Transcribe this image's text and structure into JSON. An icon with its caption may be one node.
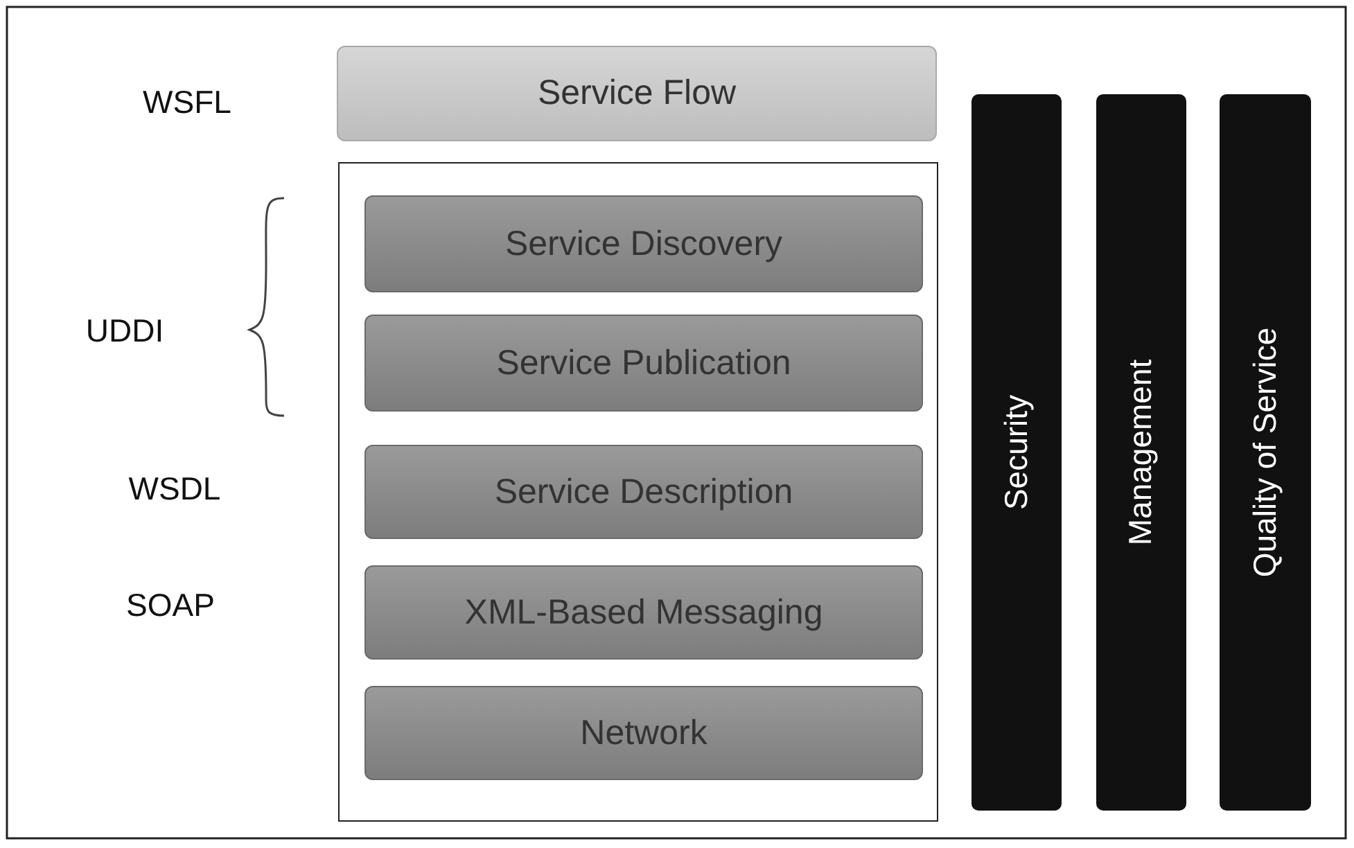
{
  "diagram": {
    "nodes": [
      {
        "text": [
          "Service Flow"
        ]
      },
      {
        "text": [],
        "shape": "box"
      },
      {
        "text": [
          "Service Discovery"
        ],
        "in": 1
      },
      {
        "text": [
          "Service Publication"
        ],
        "in": 1
      },
      {
        "text": [
          "Service Description"
        ],
        "in": 1
      },
      {
        "text": [
          "XML-Based Messaging"
        ],
        "in": 1
      },
      {
        "text": [
          "Network"
        ],
        "in": 1
      },
      {
        "text": [
          "Security"
        ]
      },
      {
        "text": [
          "Management"
        ]
      },
      {
        "text": [
          "Quality of Service"
        ]
      }
    ],
    "labels": [
      "WSFL",
      "UDDI",
      "WSDL",
      "SOAP"
    ]
  }
}
